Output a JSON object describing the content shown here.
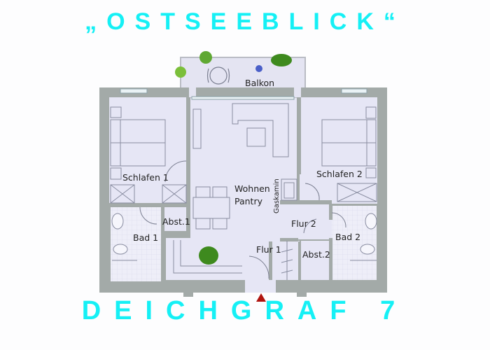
{
  "titles": {
    "top": "„OSTSEEBLICK“",
    "bottom": "DEICHGRAF 7"
  },
  "rooms": {
    "balkon": "Balkon",
    "schlafen1": "Schlafen 1",
    "schlafen2": "Schlafen 2",
    "wohnen": "Wohnen",
    "pantry": "Pantry",
    "gaskamin": "Gaskamin",
    "abst1": "Abst.1",
    "abst2": "Abst.2",
    "bad1": "Bad 1",
    "bad2": "Bad 2",
    "flur1": "Flur 1",
    "flur2": "Flur 2"
  },
  "colors": {
    "title": "#15f0f5",
    "wall": "#a3aaa8",
    "floor": "#e6e6f5",
    "tile": "#eeeef8",
    "entrance_marker": "#b0140f",
    "plant": "#3e8a1e"
  },
  "icons": {
    "entrance": "triangle-up",
    "flower": "blue-flower",
    "plants": "green-shrub"
  }
}
